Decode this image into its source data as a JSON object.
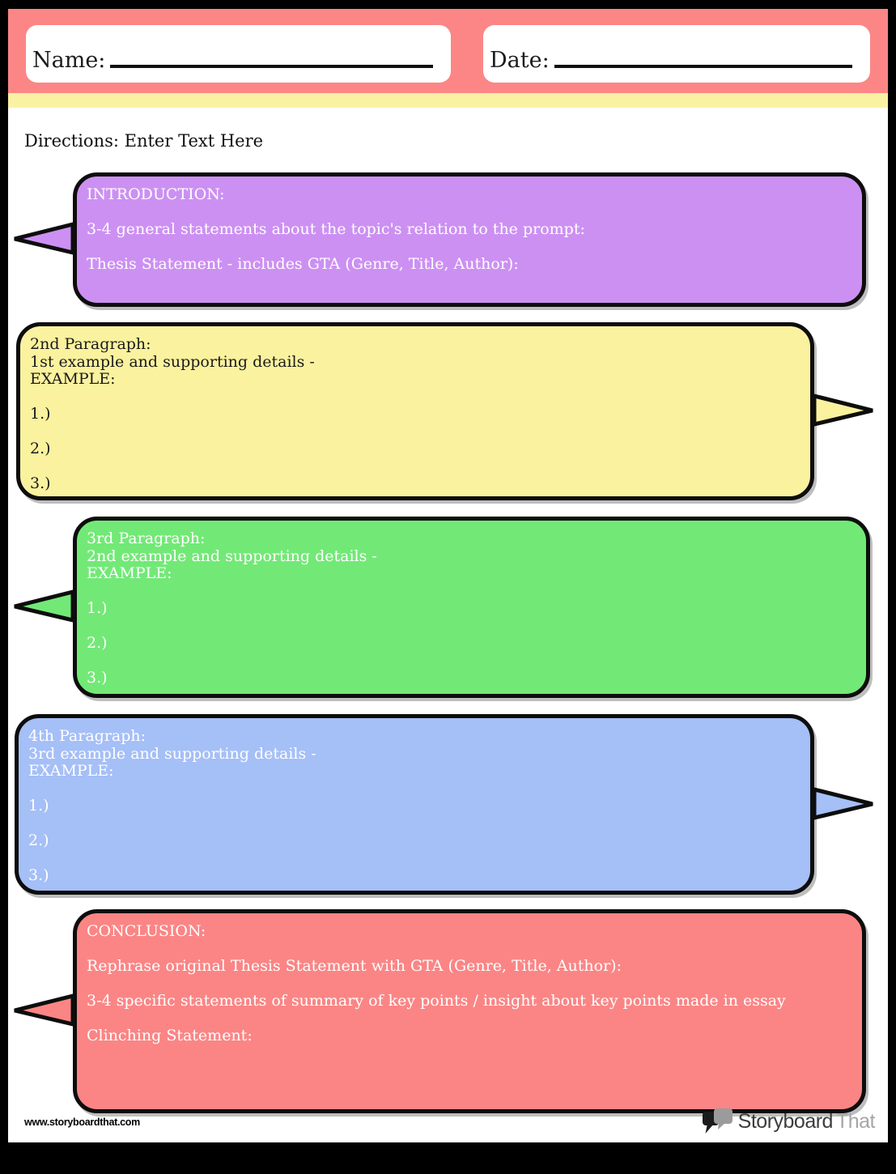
{
  "header": {
    "name_label": "Name:",
    "date_label": "Date:"
  },
  "directions": "Directions: Enter Text Here",
  "colors": {
    "frame": "#000000",
    "header_band": "#FC8686",
    "accent_strip": "#FAF2A3",
    "bubble_border": "#0d0d0d"
  },
  "bubbles": [
    {
      "id": "introduction",
      "fill": "#CC90F2",
      "text_color": "#FFFFFF",
      "tail": "left",
      "lines": [
        "INTRODUCTION:",
        "",
        "3-4 general statements about the topic's relation to the prompt:",
        "",
        "Thesis Statement - includes GTA (Genre, Title, Author):"
      ]
    },
    {
      "id": "second-paragraph",
      "fill": "#FAF29E",
      "text_color": "#1A1A1A",
      "tail": "right",
      "lines": [
        "2nd Paragraph:",
        "1st example and supporting details -",
        "EXAMPLE:",
        "",
        "1.)",
        "",
        "2.)",
        "",
        "3.)"
      ]
    },
    {
      "id": "third-paragraph",
      "fill": "#72E976",
      "text_color": "#FFFFFF",
      "tail": "left",
      "lines": [
        "3rd Paragraph:",
        "2nd example and supporting details -",
        "EXAMPLE:",
        "",
        "1.)",
        "",
        "2.)",
        "",
        "3.)"
      ]
    },
    {
      "id": "fourth-paragraph",
      "fill": "#A5BFF7",
      "text_color": "#FFFFFF",
      "tail": "right",
      "lines": [
        "4th Paragraph:",
        "3rd example and supporting details -",
        "EXAMPLE:",
        "",
        "1.)",
        "",
        "2.)",
        "",
        "3.)"
      ]
    },
    {
      "id": "conclusion",
      "fill": "#FB8585",
      "text_color": "#FFFFFF",
      "tail": "left",
      "lines": [
        "CONCLUSION:",
        "",
        "Rephrase original Thesis Statement with GTA (Genre, Title, Author):",
        "",
        "3-4 specific statements of summary of key points / insight about key points made in essay",
        "",
        "Clinching Statement:"
      ]
    }
  ],
  "footer": {
    "url": "www.storyboardthat.com",
    "logo_part1": "Storyboard",
    "logo_part2": "That"
  }
}
